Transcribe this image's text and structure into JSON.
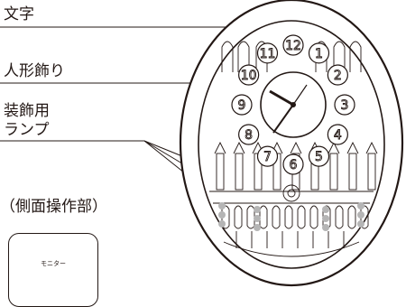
{
  "labels": {
    "moji": "文字",
    "ningyou": "人形飾り",
    "lamp_line1": "装飾用",
    "lamp_line2": "ランプ",
    "side_panel": "（側面操作部）",
    "monitor": "モニター"
  },
  "clock_numerals": [
    "12",
    "1",
    "2",
    "3",
    "4",
    "5",
    "6",
    "7",
    "8",
    "9",
    "10",
    "11"
  ],
  "colors": {
    "ink": "#231815",
    "lamp": "#b5b5b5"
  }
}
